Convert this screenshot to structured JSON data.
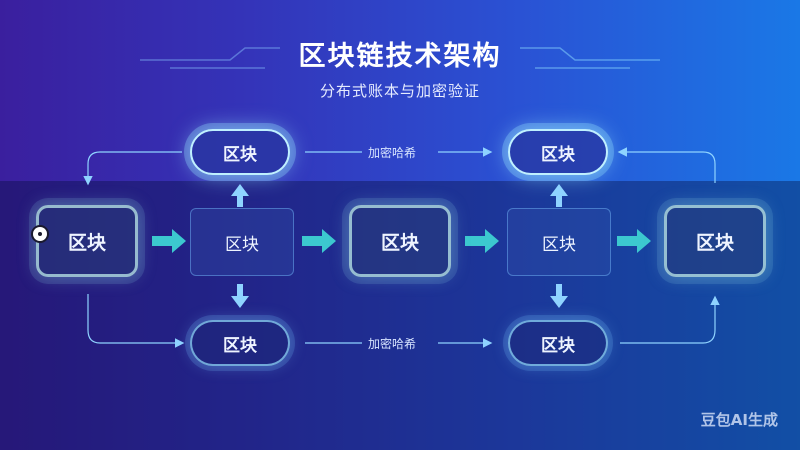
{
  "title": "区块链技术架构",
  "subtitle": "分布式账本与加密验证",
  "blocks": {
    "top_left": "区块",
    "top_right": "区块",
    "main_1": "区块",
    "mid_1": "区块",
    "main_2": "区块",
    "mid_2": "区块",
    "main_3": "区块",
    "bottom_left": "区块",
    "bottom_right": "区块"
  },
  "hash_labels": {
    "top": "加密哈希",
    "bottom": "加密哈希"
  },
  "watermark": "豆包AI生成",
  "colors": {
    "background_start": "#3a1f9e",
    "background_end": "#1a78e6",
    "arrow_teal": "#3cc8cf",
    "connector": "#8fd3ff"
  }
}
